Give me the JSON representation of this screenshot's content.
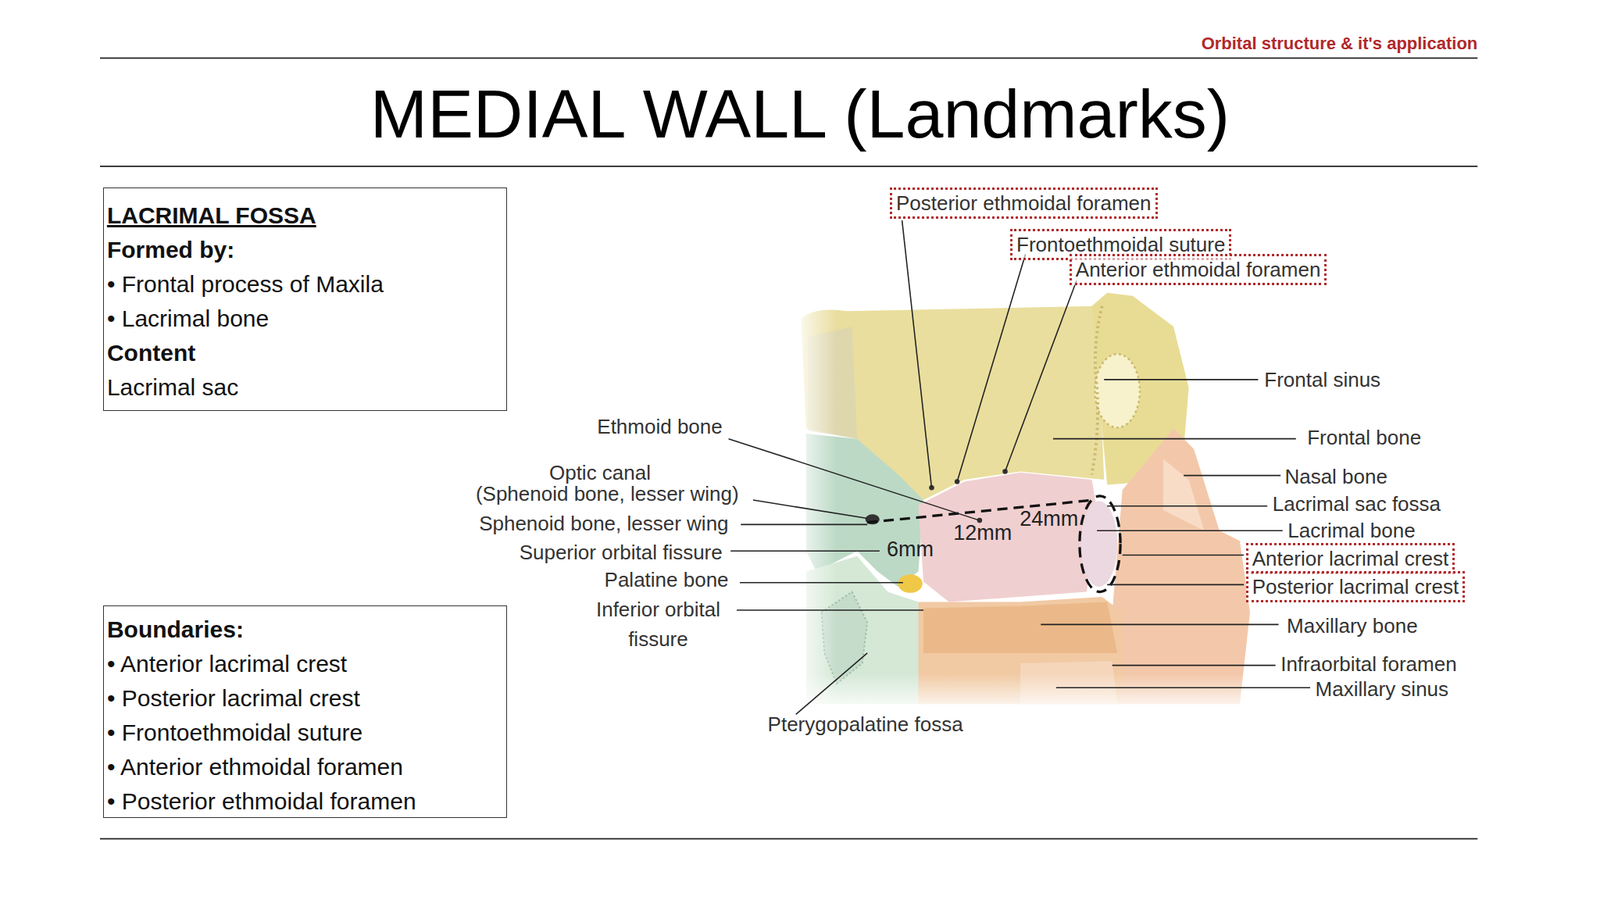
{
  "diagram": {
    "title": "MEDIAL WALL (Landmarks)",
    "nodes": [
      {
        "text": [
          "LACRIMAL FOSSA",
          "Formed by:",
          "• Frontal process of Maxila",
          "• Lacrimal bone",
          "Content",
          "Lacrimal sac"
        ]
      },
      {
        "text": [
          "Posterior ethmoidal foramen"
        ]
      },
      {
        "text": [
          "Frontoethmoidal suture"
        ]
      },
      {
        "text": [
          "Anterior ethmoidal foramen"
        ]
      },
      {
        "text": [
          "Anterior lacrimal crest"
        ]
      },
      {
        "text": [
          "Posterior lacrimal crest"
        ]
      },
      {
        "text": [
          "Boundaries:",
          "• Anterior lacrimal crest",
          "• Posterior lacrimal crest",
          "• Frontoethmoidal suture",
          "• Anterior ethmoidal foramen",
          "• Posterior ethmoidal foramen"
        ]
      }
    ],
    "labels": [
      "Orbital structure & it's application",
      "Ethmoid bone",
      "Optic canal",
      "(Sphenoid bone, lesser wing)",
      "Sphenoid bone, lesser wing",
      "Superior orbital fissure",
      "Palatine bone",
      "Inferior orbital fissure",
      "Pterygopalatine fossa",
      "Frontal sinus",
      "Frontal bone",
      "Nasal bone",
      "Lacrimal sac fossa",
      "Lacrimal bone",
      "Maxillary bone",
      "Infraorbital foramen",
      "Maxillary sinus",
      "6mm",
      "12mm",
      "24mm"
    ]
  }
}
